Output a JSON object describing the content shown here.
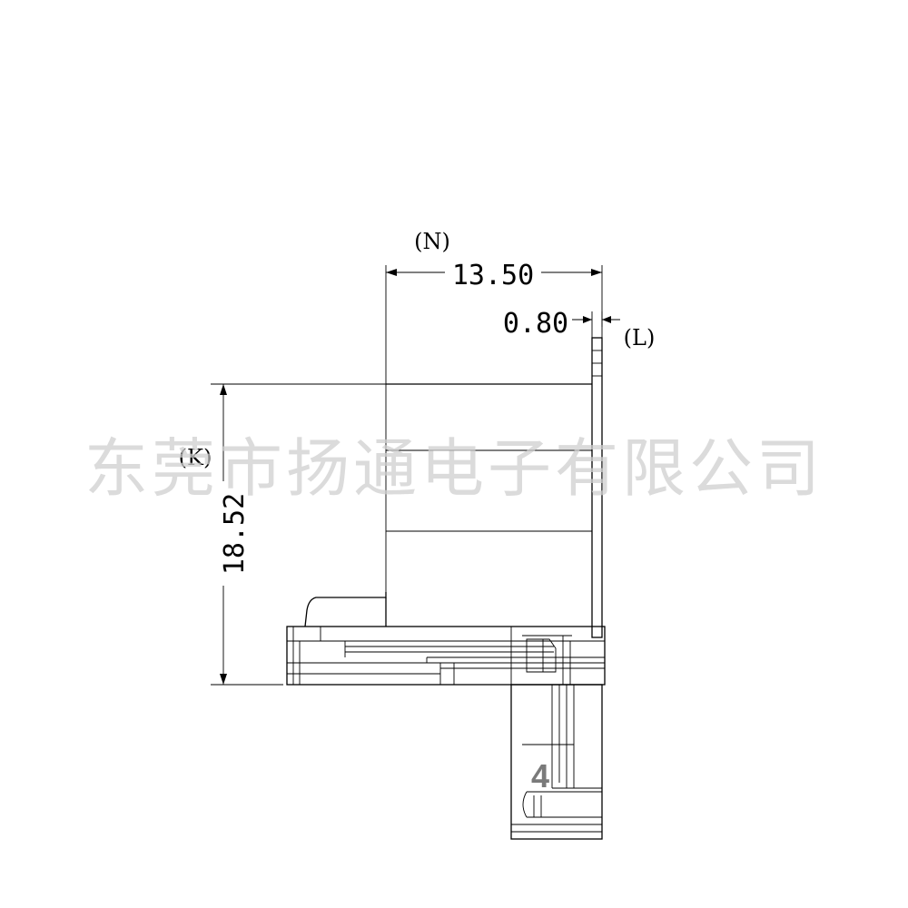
{
  "dimensions": {
    "width_value": "13.50",
    "width_label": "(N)",
    "thickness_value": "0.80",
    "thickness_label": "(L)",
    "height_value": "18.52",
    "height_label": "(K)"
  },
  "pin_number": "4",
  "watermark": "东莞市扬通电子有限公司",
  "colors": {
    "line": "#000000",
    "watermark": "#cfcfcf",
    "pin_label": "#7a7a7a"
  }
}
